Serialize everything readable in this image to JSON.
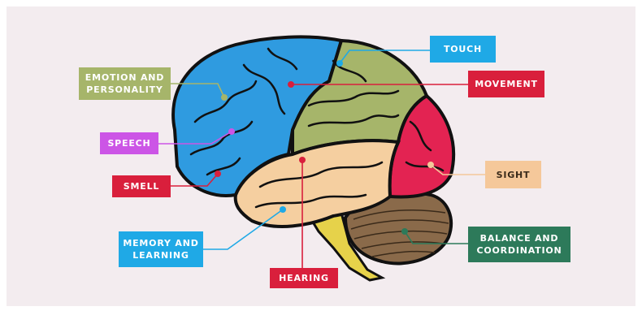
{
  "regions": {
    "emotion": {
      "label": "EMOTION AND\nPERSONALITY",
      "color": "#a6b56a"
    },
    "speech": {
      "label": "SPEECH",
      "color": "#cc55e6"
    },
    "smell": {
      "label": "SMELL",
      "color": "#d91f3c"
    },
    "memory": {
      "label": "MEMORY AND\nLEARNING",
      "color": "#1fa9e6"
    },
    "hearing": {
      "label": "HEARING",
      "color": "#d91f3c"
    },
    "touch": {
      "label": "TOUCH",
      "color": "#1fa9e6"
    },
    "movement": {
      "label": "MOVEMENT",
      "color": "#d91f3c"
    },
    "sight": {
      "label": "SIGHT",
      "color": "#f5c89a"
    },
    "balance": {
      "label": "BALANCE AND\nCOORDINATION",
      "color": "#2d7a5a"
    }
  },
  "lobe_colors": {
    "frontal": "#2f9be0",
    "parietal": "#a6b56a",
    "occipital": "#e32352",
    "temporal": "#f5cfa0",
    "cerebellum": "#8a6a4a",
    "brainstem": "#e6d24a"
  }
}
